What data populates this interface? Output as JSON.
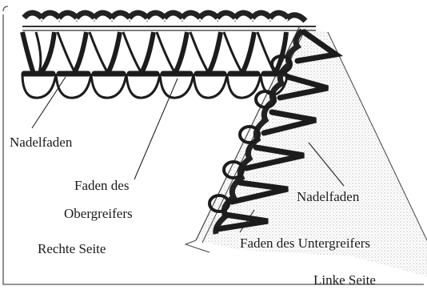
{
  "diagram": {
    "labels": {
      "needle_thread_left": "Nadelfaden",
      "upper_looper_line1": "Faden des",
      "upper_looper_line2": "Obergreifers",
      "right_side": "Rechte Seite",
      "needle_thread_right": "Nadelfaden",
      "lower_looper": "Faden des Untergreifers",
      "wrong_side": "Linke Seite"
    },
    "colors": {
      "thread_dark": "#1c1c1c",
      "fabric_shade": "#d6d6d6",
      "outline": "#2a2a2a"
    }
  }
}
